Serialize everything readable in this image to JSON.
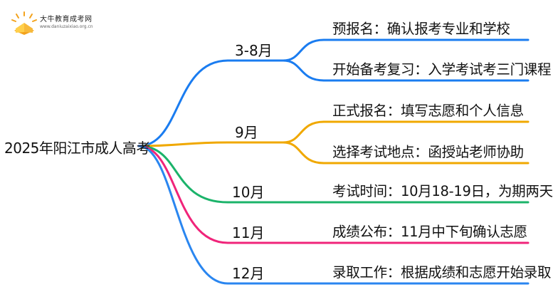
{
  "watermark": {
    "name": "大牛教育成考网",
    "url": "www.daniuzaixiao.org.cn"
  },
  "root": {
    "label": "2025年阳江市成人高考"
  },
  "branches": [
    {
      "month": "3-8月",
      "color": "#1a7cf0",
      "items": [
        "预报名：确认报考专业和学校",
        "开始备考复习：入学考试考三门课程"
      ]
    },
    {
      "month": "9月",
      "color": "#f0a800",
      "items": [
        "正式报名：填写志愿和个人信息",
        "选择考试地点：函授站老师协助"
      ]
    },
    {
      "month": "10月",
      "color": "#1bb36a",
      "items": [
        "考试时间：10月18-19日，为期两天"
      ]
    },
    {
      "month": "11月",
      "color": "#f0247a",
      "items": [
        "成绩公布：11月中下旬确认志愿"
      ]
    },
    {
      "month": "12月",
      "color": "#2a86f0",
      "items": [
        "录取工作：根据成绩和志愿开始录取"
      ]
    }
  ]
}
